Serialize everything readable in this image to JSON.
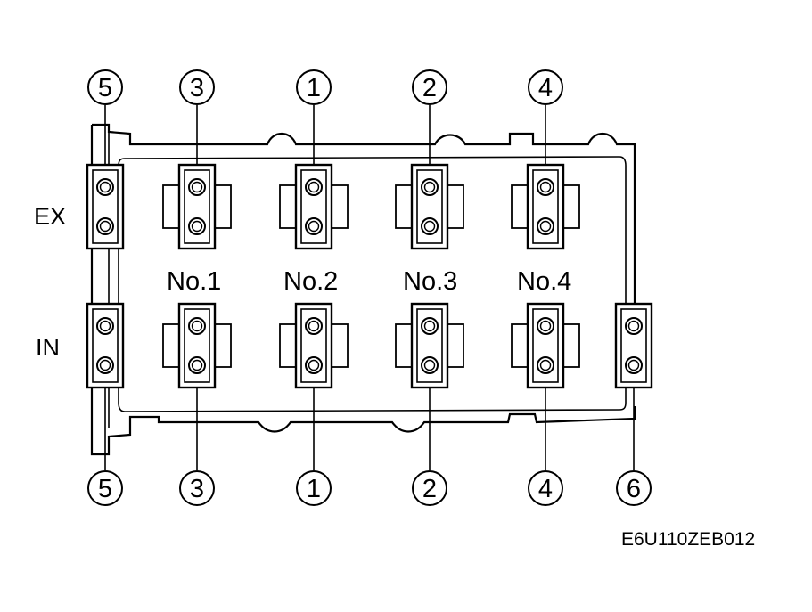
{
  "rows": {
    "exhaust_label": "EX",
    "intake_label": "IN"
  },
  "journals": [
    "No.1",
    "No.2",
    "No.3",
    "No.4"
  ],
  "sequence_top": [
    "5",
    "3",
    "1",
    "2",
    "4"
  ],
  "sequence_bottom": [
    "5",
    "3",
    "1",
    "2",
    "4",
    "6"
  ],
  "figure_code": "E6U110ZEB012"
}
